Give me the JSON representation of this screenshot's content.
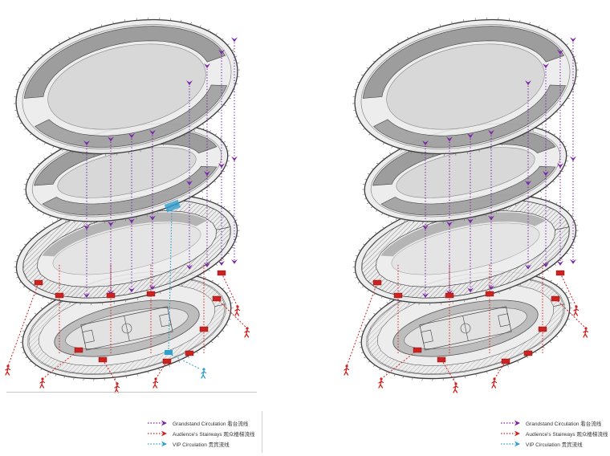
{
  "colors": {
    "grandstand": "#7a24a8",
    "stairways": "#d0211f",
    "vip": "#2f9fd0",
    "slab": "#ececec",
    "stand": "#8e8e8e",
    "outline": "#3a3a3a"
  },
  "legend_left": [
    {
      "key": "grandstand",
      "label": "Grandstand Circulation 看台流线"
    },
    {
      "key": "stairways",
      "label": "Audience's Stairways 观众楼梯流线"
    },
    {
      "key": "vip",
      "label": "VIP Circulation 贵宾流线"
    }
  ],
  "legend_right": [
    {
      "key": "grandstand",
      "label": "Grandstand Circulation 看台流线"
    },
    {
      "key": "stairways",
      "label": "Audience's Stairways 观众楼梯流线"
    },
    {
      "key": "vip",
      "label": "VIP Circulation 贵宾流线"
    }
  ],
  "icons": {
    "grandstand_arrow": "arrow-icon",
    "person": "person-icon"
  }
}
